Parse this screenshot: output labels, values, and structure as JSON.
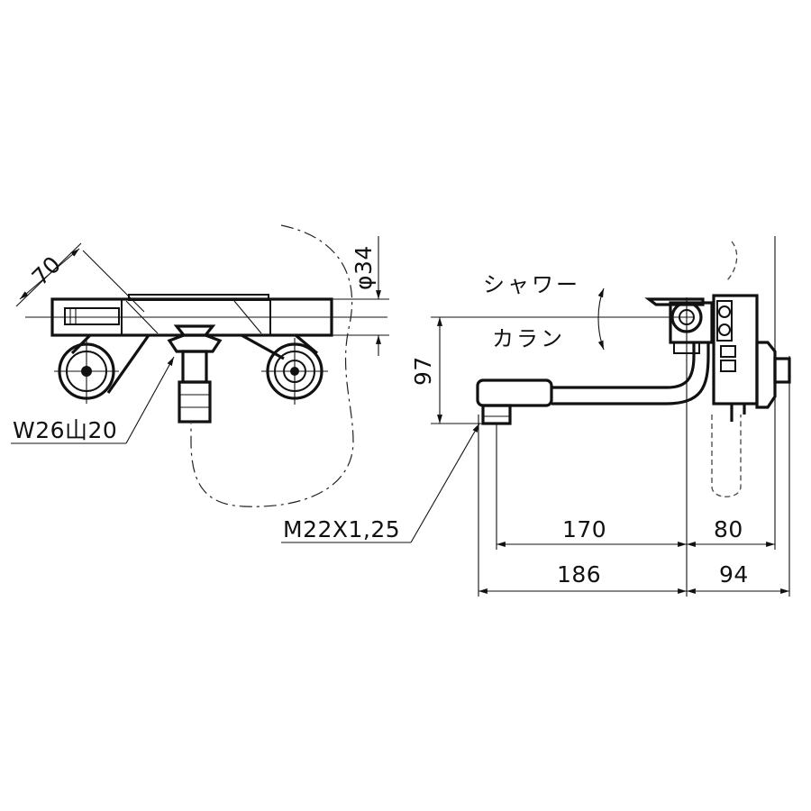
{
  "front_view": {
    "dim_width": "70",
    "dim_diameter": "φ34",
    "thread_spec": "W26山20"
  },
  "side_view": {
    "label_shower": "シャワー",
    "label_spout": "カラン",
    "dim_height": "97",
    "thread_spec": "M22X1,25",
    "dim_spout_reach": "170",
    "dim_wall_depth": "80",
    "dim_total_reach": "186",
    "dim_total_depth": "94"
  }
}
